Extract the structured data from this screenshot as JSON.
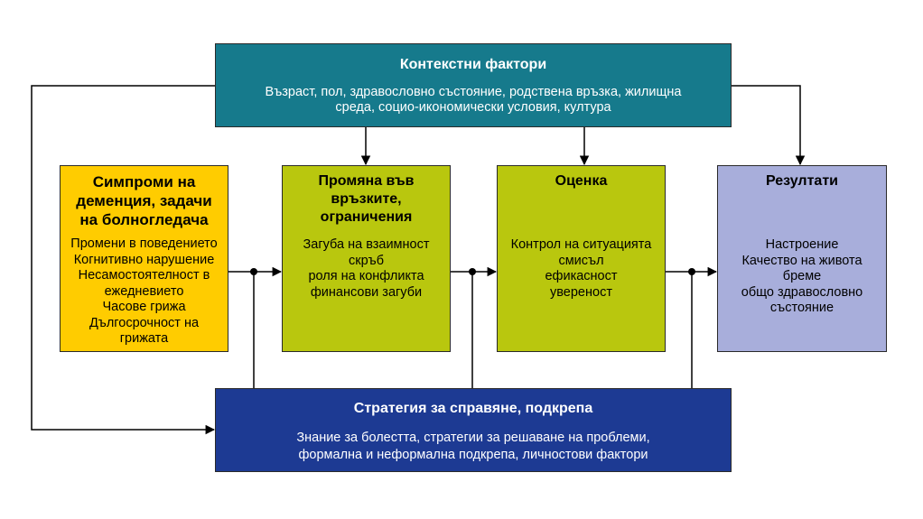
{
  "context": {
    "title": "Контекстни фактори",
    "lines": [
      "Възраст, пол, здравословно състояние, родствена връзка, жилищна",
      "среда, социо-икономически условия, култура"
    ]
  },
  "symptoms": {
    "title_lines": [
      "Симпроми на",
      "деменция, задачи",
      "на болногледача"
    ],
    "lines": [
      "Промени в поведението",
      "Когнитивно нарушение",
      "Несамостоятелност в",
      "ежедневието",
      "Часове грижа",
      "Дългосрочност на",
      "грижата"
    ]
  },
  "relationship": {
    "title_lines": [
      "Промяна във",
      "връзките,",
      "ограничения"
    ],
    "lines": [
      "Загуба на взаимност",
      "скръб",
      "роля на конфликта",
      "финансови загуби"
    ]
  },
  "evaluation": {
    "title": "Оценка",
    "lines": [
      "Контрол на ситуацията",
      "смисъл",
      "ефикасност",
      "увереност"
    ]
  },
  "results": {
    "title": "Резултати",
    "lines": [
      "Настроение",
      "Качество на живота",
      "бреме",
      "общо здравословно",
      "състояние"
    ]
  },
  "coping": {
    "title": "Стратегия за справяне, подкрепа",
    "lines": [
      "Знание за болестта, стратегии за решаване на проблеми,",
      "формална и неформална подкрепа, личностови фактори"
    ]
  },
  "colors": {
    "context": "#167a8c",
    "symptoms": "#ffcc00",
    "process": "#b9c70e",
    "results": "#a8aedb",
    "coping": "#1d3a93",
    "line": "#000000"
  }
}
